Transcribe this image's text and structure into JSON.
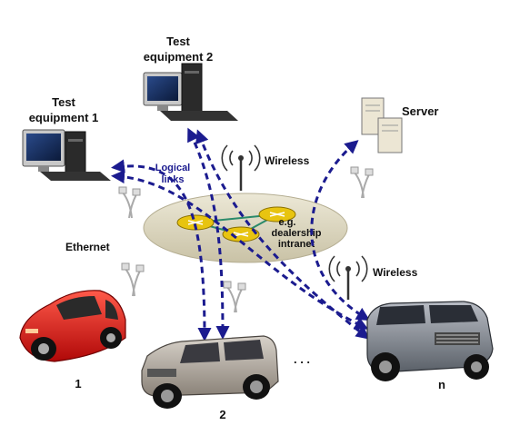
{
  "diagram": {
    "nodes": {
      "test_equipment_2": {
        "line1": "Test",
        "line2": "equipment 2"
      },
      "test_equipment_1": {
        "line1": "Test",
        "line2": "equipment 1"
      },
      "server": {
        "label": "Server"
      },
      "wireless_top": {
        "label": "Wireless"
      },
      "wireless_right": {
        "label": "Wireless"
      },
      "network": {
        "line1": "e.g.",
        "line2": "dealership",
        "line3": "intranet"
      },
      "ethernet": {
        "label": "Ethernet"
      },
      "logical_links": {
        "line1": "Logical",
        "line2": "links"
      },
      "vehicle_1": {
        "label": "1"
      },
      "vehicle_2": {
        "label": "2"
      },
      "vehicle_n": {
        "label": "n"
      },
      "ellipsis": {
        "label": ". . ."
      }
    },
    "colors": {
      "link": "#1b1b8f",
      "network_ring": "#d8d2b8",
      "router": "#e8c410",
      "car_red": "#e01818",
      "suv_silver": "#b8b0a8"
    }
  }
}
